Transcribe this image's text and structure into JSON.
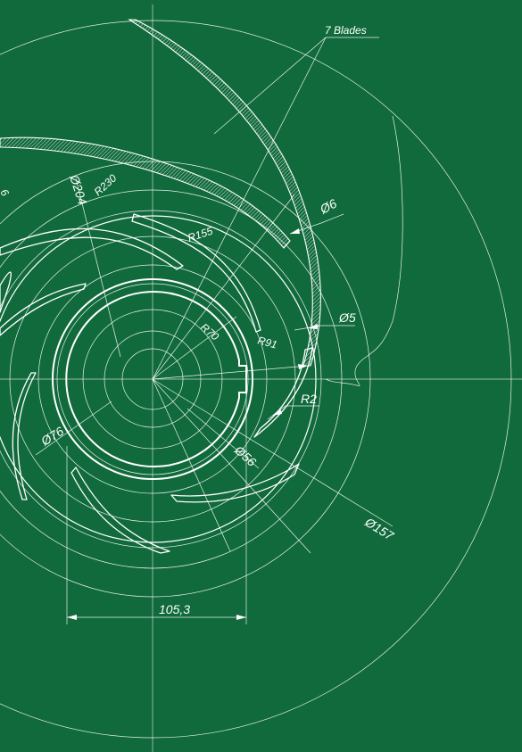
{
  "drawing": {
    "blade_count_label": "7 Blades",
    "dimensions": {
      "r230": "R230",
      "d204": "Ø204",
      "r155": "R155",
      "d6": "Ø6",
      "d5": "Ø5",
      "r91": "R91",
      "r70": "R70",
      "r2": "R2",
      "d56": "Ø56",
      "d76": "Ø76",
      "d157": "Ø157",
      "width_105": "105,3"
    }
  }
}
